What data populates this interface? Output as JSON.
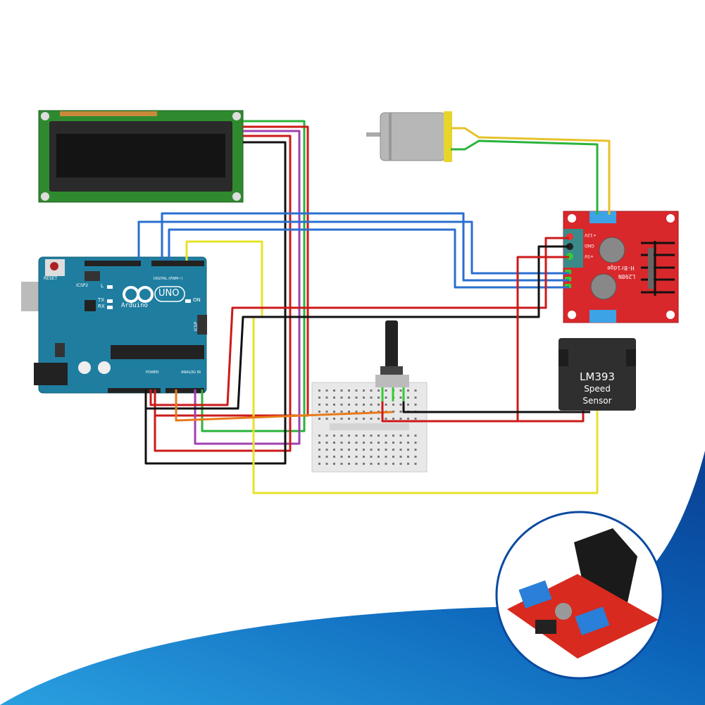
{
  "arduino": {
    "reset_label": "RESET",
    "icsp2_label": "ICSP2",
    "icsp_label": "ICSP",
    "led_l": "L",
    "led_tx": "TX",
    "led_rx": "RX",
    "on_label": "ON",
    "brand": "Arduino",
    "model": "UNO",
    "digital_label": "DIGITAL (PWM~)",
    "power_label": "POWER",
    "analog_label": "ANALOG IN"
  },
  "driver": {
    "v12_label": "+12V",
    "gnd_label": "GND",
    "v5_label": "+5V",
    "chip_label": "L298N",
    "type_label": "H-Bridge"
  },
  "sensor": {
    "model": "LM393",
    "line1": "Speed",
    "line2": "Sensor"
  },
  "colors": {
    "arduino": "#1f7ea0",
    "driver": "#d8282c",
    "lcd_board": "#2f8a2f",
    "brand_blue": "#0a4aa0"
  }
}
